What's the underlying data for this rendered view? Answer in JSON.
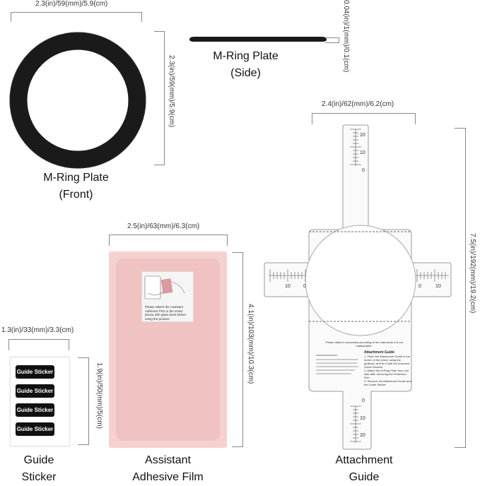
{
  "dimensions": {
    "ring_width": "2.3(in)/59(mm)/5.9(cm)",
    "ring_height": "2.3(in)/59(mm)/5.9(cm)",
    "plate_thickness": "0.04(in)/1(mm)/0.1(cm)",
    "guide_width": "2.4(in)/62(mm)/6.2(cm)",
    "guide_height": "7.5(in)/192(mm)/19.2(cm)",
    "film_width": "2.5(in)/63(mm)/6.3(cm)",
    "film_height": "4.1(in)/103(mm)/10.3(cm)",
    "sticker_width": "1.3(in)/33(mm)/3.3(cm)",
    "sticker_height": "1.9(in)/50(mm)/5(cm)"
  },
  "titles": {
    "ring_front_line1": "M-Ring Plate",
    "ring_front_line2": "(Front)",
    "ring_side_line1": "M-Ring Plate",
    "ring_side_line2": "(Side)",
    "sticker_line1": "Guide",
    "sticker_line2": "Sticker",
    "film_line1": "Assistant",
    "film_line2": "Adhesive Film",
    "guide_line1": "Attachment",
    "guide_line2": "Guide"
  },
  "sticker_labels": [
    "Guide Sticker",
    "Guide Sticker",
    "Guide Sticker",
    "Guide Sticker"
  ],
  "film_card_text": "Please attach the Assistant Adhesive Film to the smart phone with glass back before using the product.",
  "guide_text": {
    "notice": "Please attach it accurately according to the manual as it is not reattachable.",
    "heading": "Attachment Guide",
    "steps": [
      "1. Place the Attachment Guide in the center of the phone using the gridlines, and fix it with the enclosed Guide Stickers.",
      "2. Attach the M-Ring Plate from one side after removing the Protection Film.",
      "3. Remove the Attachment Guide and the Guide Sticker."
    ]
  },
  "ruler_numbers": {
    "top": [
      "20",
      "10",
      "0"
    ],
    "left": [
      "10",
      "0"
    ],
    "right": [
      "0",
      "10"
    ],
    "bottom": [
      "0",
      "10",
      "20"
    ]
  },
  "colors": {
    "ring": "#1a1a1a",
    "film": "#f6d1d0",
    "film_inner": "#f0c2c2",
    "sticker": "#111111"
  }
}
